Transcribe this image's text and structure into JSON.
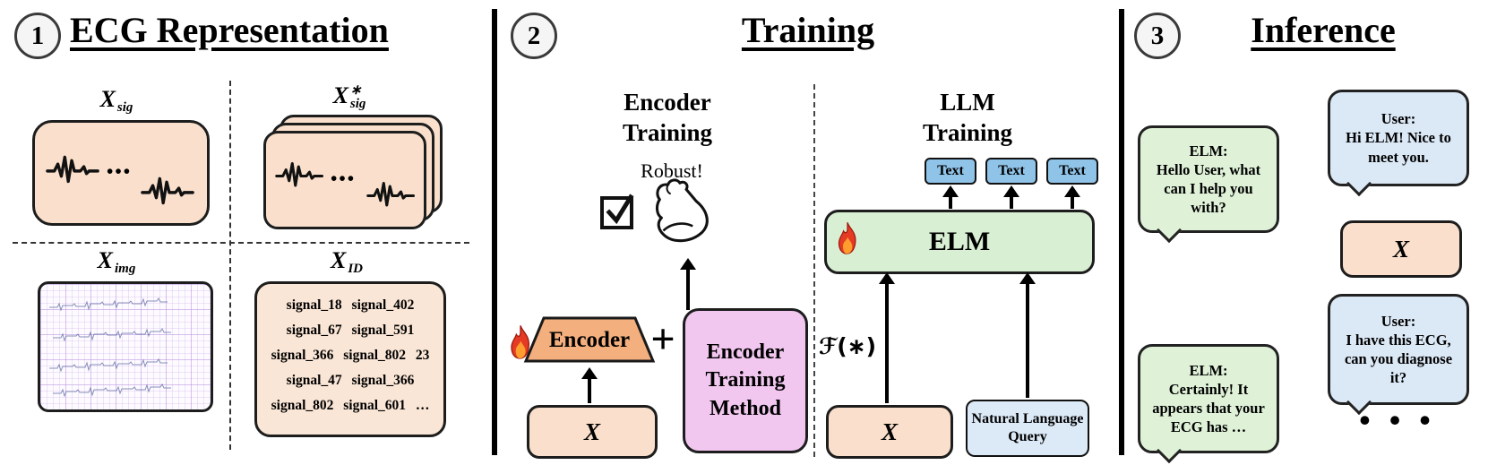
{
  "colors": {
    "peach": "#FAE0CC",
    "orange_trapezoid": "#F4AF7E",
    "purple_method": "#F1C6EF",
    "green_elm": "#D9EFD3",
    "blue_text_tag": "#8FC3E8",
    "blue_query": "#DCE9F7",
    "bubble_green": "#DFF2D8",
    "bubble_blue": "#DBE8F6",
    "flame_red": "#E53B25",
    "flame_orange": "#FF9D2E"
  },
  "icons": {
    "flame": "fire-icon",
    "checkbox": "checked-checkbox-icon",
    "bicep": "flexed-bicep-icon",
    "ecg_wave": "ecg-waveform-icon"
  },
  "panel1": {
    "number": "1",
    "title": "ECG Representation",
    "x_sig": {
      "base": "X",
      "sup": "",
      "sub": "sig"
    },
    "x_sig_star": {
      "base": "X",
      "sup": "∗",
      "sub": "sig"
    },
    "x_img": {
      "base": "X",
      "sup": "",
      "sub": "img"
    },
    "x_id": {
      "base": "X",
      "sup": "",
      "sub": "ID"
    },
    "ecg_dots": "•••",
    "id_lines": [
      "signal_18 signal_402",
      "signal_67 signal_591",
      "signal_366 signal_802 23",
      "signal_47 signal_366",
      "signal_802 signal_601 …"
    ]
  },
  "panel2": {
    "number": "2",
    "title": "Training",
    "encoder_heading": [
      "Encoder",
      "Training"
    ],
    "robust_label": "Robust!",
    "encoder_label": "Encoder",
    "plus": "+",
    "method_label": "Encoder Training Method",
    "x_label": "X",
    "llm_heading": [
      "LLM",
      "Training"
    ],
    "text_tags": [
      "Text",
      "Text",
      "Text"
    ],
    "elm_label": "ELM",
    "f_label": "ℱ(∗)",
    "x2_label": "X",
    "nlq_label": "Natural Language Query"
  },
  "panel3": {
    "number": "3",
    "title": "Inference",
    "bubbles": [
      {
        "speaker": "ELM:",
        "text": "Hello User, what can I help you with?"
      },
      {
        "speaker": "User:",
        "text": "Hi ELM! Nice to meet you."
      },
      {
        "speaker": "User:",
        "text": "I have this ECG, can you diagnose it?"
      },
      {
        "speaker": "ELM:",
        "text": "Certainly! It appears that your ECG has …"
      }
    ],
    "x_label": "X",
    "dots": "• • •"
  }
}
